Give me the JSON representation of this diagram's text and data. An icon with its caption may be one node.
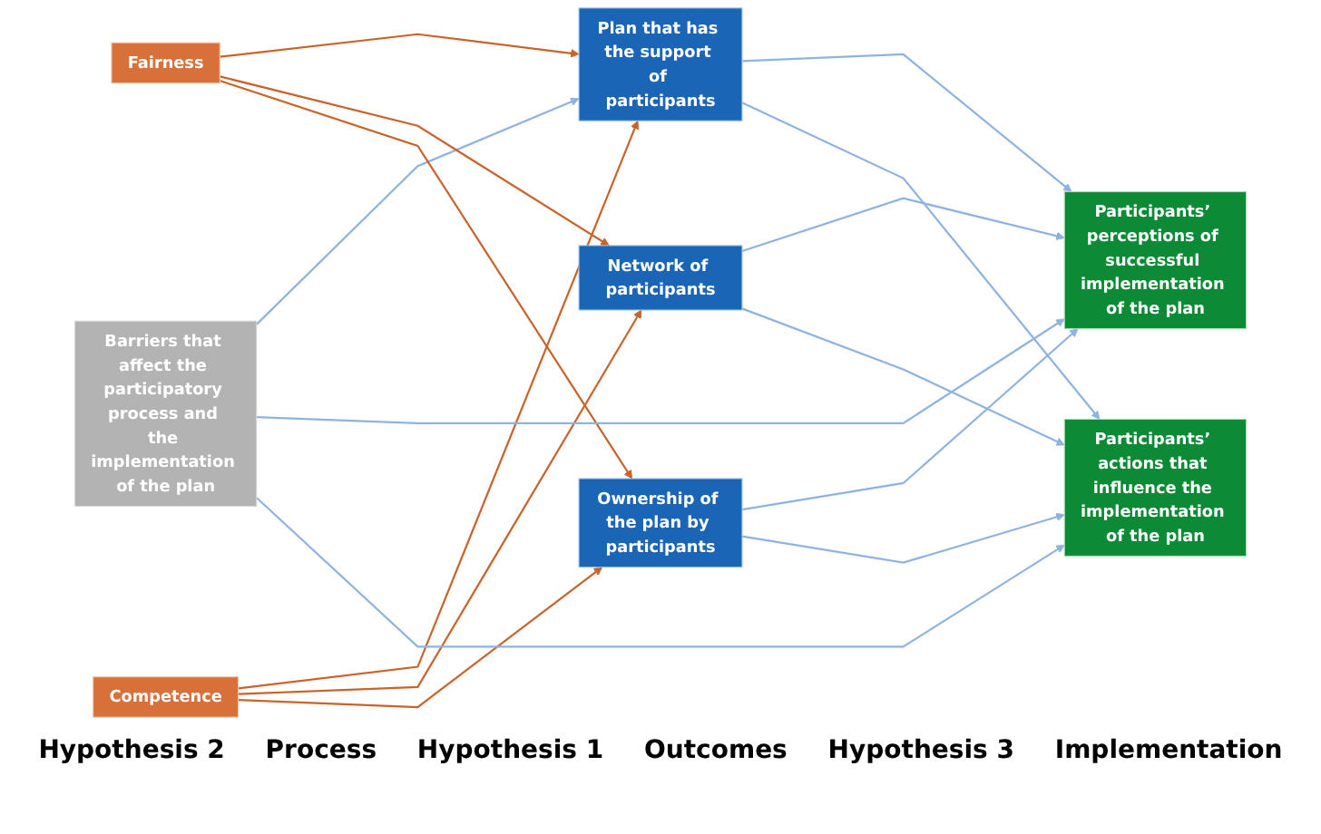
{
  "diagram": {
    "nodes": [
      {
        "text": [
          "Barriers that affect the participatory process and the implementation of the plan"
        ]
      },
      {
        "text": [
          "Fairness"
        ]
      },
      {
        "text": [
          "Competence"
        ]
      },
      {
        "text": [
          "Plan that has the support of participants"
        ]
      },
      {
        "text": [
          "Network of participants"
        ]
      },
      {
        "text": [
          "Ownership of the plan by participants"
        ]
      },
      {
        "text": [
          "Participants’ perceptions of successful implementation of the plan"
        ]
      },
      {
        "text": [
          "Participants’ actions that influence the implementation of the plan"
        ]
      }
    ],
    "edges": [
      {
        "from": 0,
        "to": 3,
        "arrow": "to"
      },
      {
        "from": 1,
        "to": 3,
        "arrow": "to",
        "color": "#c8642a"
      },
      {
        "from": 1,
        "to": 4,
        "arrow": "to",
        "color": "#c8642a"
      },
      {
        "from": 1,
        "to": 5,
        "arrow": "to",
        "color": "#c8642a"
      },
      {
        "from": 2,
        "to": 3,
        "arrow": "to",
        "color": "#c8642a"
      },
      {
        "from": 2,
        "to": 4,
        "arrow": "to",
        "color": "#c8642a"
      },
      {
        "from": 2,
        "to": 5,
        "arrow": "to",
        "color": "#c8642a"
      },
      {
        "from": 3,
        "to": 6,
        "arrow": "to"
      },
      {
        "from": 3,
        "to": 7,
        "arrow": "to"
      },
      {
        "from": 4,
        "to": 6,
        "arrow": "to"
      },
      {
        "from": 4,
        "to": 7,
        "arrow": "to"
      },
      {
        "from": 5,
        "to": 6,
        "arrow": "to"
      },
      {
        "from": 5,
        "to": 7,
        "arrow": "to"
      },
      {
        "from": 0,
        "to": 6,
        "arrow": "to"
      },
      {
        "from": 0,
        "to": 7,
        "arrow": "to"
      }
    ],
    "labels": [
      "Hypothesis 2",
      "Process",
      "Hypothesis 1",
      "Outcomes",
      "Hypothesis 3",
      "Implementation"
    ]
  }
}
